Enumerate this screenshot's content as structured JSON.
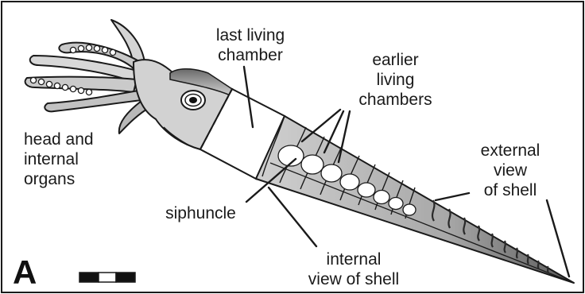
{
  "panel_letter": "A",
  "labels": {
    "last_living_chamber": "last living\nchamber",
    "earlier_living_chambers": "earlier\nliving\nchambers",
    "head_and_internal_organs": "head and\ninternal\norgans",
    "external_view_of_shell": "external\nview\nof shell",
    "siphuncle": "siphuncle",
    "internal_view_of_shell": "internal\nview of shell"
  },
  "colors": {
    "outline": "#1a1a1a",
    "body_light": "#d4d4d4",
    "body_mid": "#9a9a9a",
    "body_dark": "#5c5c5c",
    "chamber_shade": "#b0b0b0",
    "white": "#ffffff"
  }
}
